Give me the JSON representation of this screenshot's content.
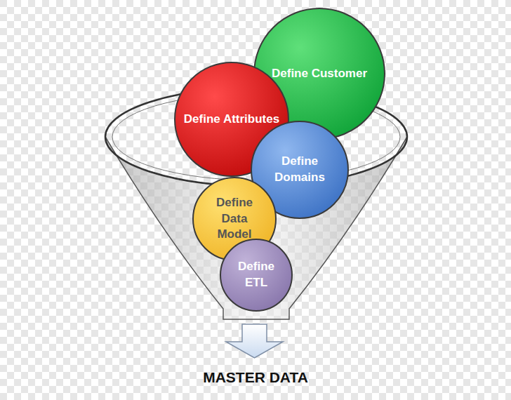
{
  "diagram": {
    "nodes": [
      {
        "text": [
          "Define Customer"
        ]
      },
      {
        "text": [
          "Define Attributes"
        ]
      },
      {
        "text": [
          "Define Domains"
        ]
      },
      {
        "text": [
          "Define Data Model"
        ]
      },
      {
        "text": [
          "Define ETL"
        ]
      }
    ],
    "labels": [
      "MASTER DATA"
    ]
  }
}
